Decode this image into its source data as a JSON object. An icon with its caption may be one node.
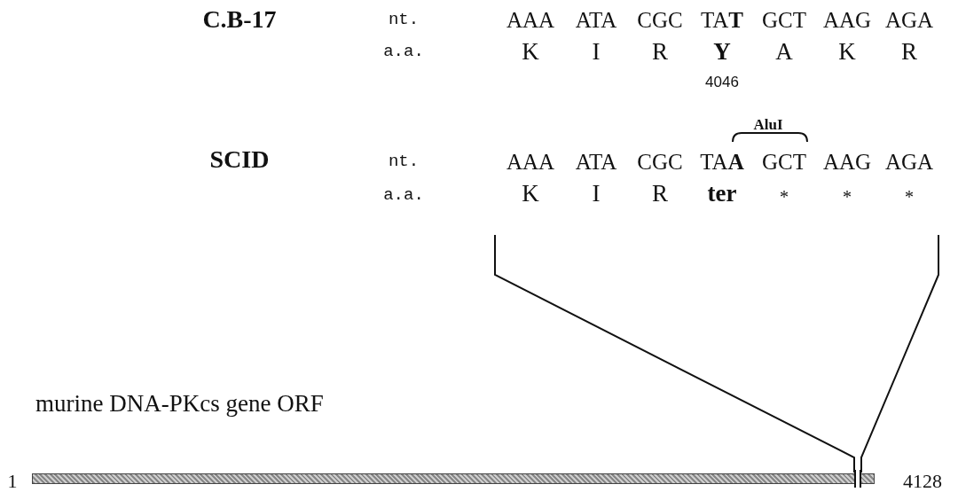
{
  "diagram": {
    "labels": [
      "C.B-17",
      "nt.",
      "AAA",
      "ATA",
      "CGC",
      "TA**T**",
      "GCT",
      "AAG",
      "AGA",
      "a.a.",
      "K",
      "I",
      "R",
      "Y",
      "A",
      "K",
      "R",
      "4046",
      "AluI",
      "SCID",
      "nt.",
      "AAA",
      "ATA",
      "CGC",
      "TA**A**",
      "GCT",
      "AAG",
      "AGA",
      "a.a.",
      "K",
      "I",
      "R",
      "ter",
      "*",
      "*",
      "*",
      "murine DNA-PKcs gene ORF",
      "1",
      "4128"
    ]
  }
}
